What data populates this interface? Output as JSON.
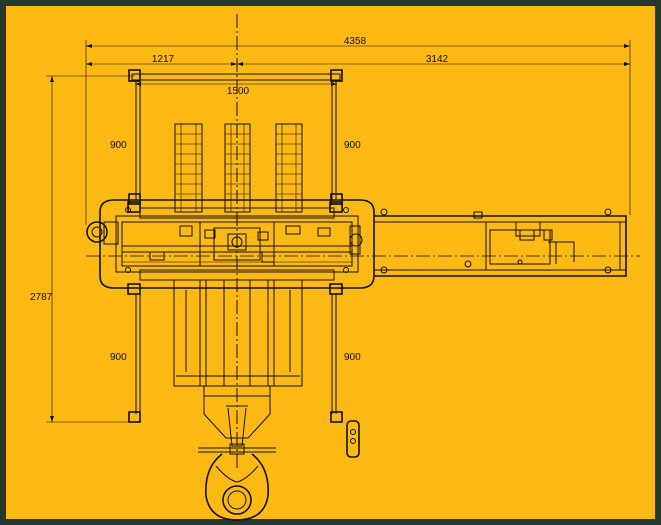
{
  "drawing": {
    "dimensions": {
      "overall_width": "4358",
      "left_width": "1217",
      "right_width": "3142",
      "center_width": "1500",
      "top_left_depth": "900",
      "top_right_depth": "900",
      "overall_depth": "2787",
      "bottom_left_depth": "900",
      "bottom_right_depth": "900"
    }
  },
  "colors": {
    "background": "#FDB913",
    "border": "#23382E",
    "line": "#111111"
  }
}
